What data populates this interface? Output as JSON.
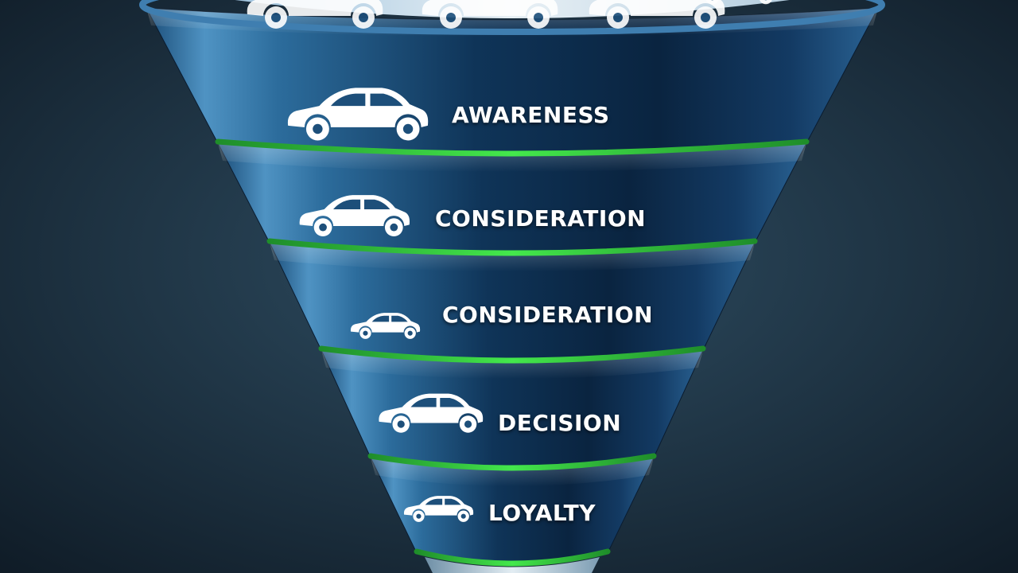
{
  "funnel": {
    "stages": [
      {
        "label": "AWARENESS",
        "icon": "car-icon"
      },
      {
        "label": "CONSIDERATION",
        "icon": "car-icon"
      },
      {
        "label": "CONSIDERATION",
        "icon": "car-icon"
      },
      {
        "label": "DECISION",
        "icon": "car-icon"
      },
      {
        "label": "LOYALTY",
        "icon": "car-icon"
      }
    ],
    "rim_icons": [
      "car-icon",
      "car-icon",
      "car-icon",
      "car-icon"
    ]
  },
  "colors": {
    "background_center": "#2f4e63",
    "background_edge": "#101d28",
    "funnel_light": "#5a9bc8",
    "funnel_mid": "#1f5a86",
    "funnel_dark": "#0b2340",
    "separator_green": "#2fd23a",
    "icon_white": "#ffffff",
    "label_white": "#ffffff"
  }
}
